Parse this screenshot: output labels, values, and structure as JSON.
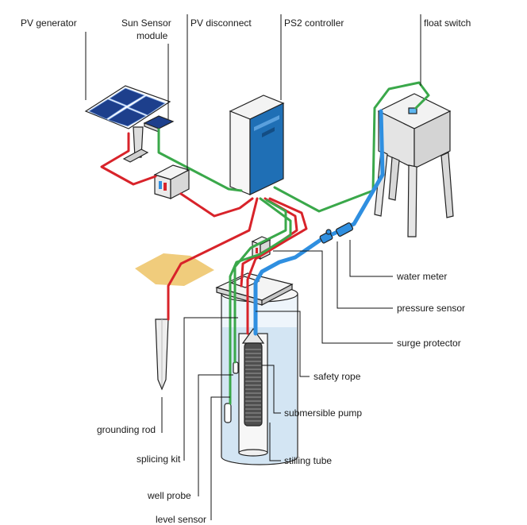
{
  "labels": {
    "pv_generator": "PV generator",
    "sun_sensor_line1": "Sun Sensor",
    "sun_sensor_line2": "module",
    "pv_disconnect": "PV disconnect",
    "ps2_controller": "PS2 controller",
    "float_switch": "float switch",
    "water_meter": "water meter",
    "pressure_sensor": "pressure sensor",
    "surge_protector": "surge protector",
    "safety_rope": "safety rope",
    "submersible_pump": "submersible pump",
    "stilling_tube": "stilling tube",
    "grounding_rod": "grounding rod",
    "splicing_kit": "splicing kit",
    "well_probe": "well probe",
    "level_sensor": "level sensor"
  },
  "colors": {
    "power_cable": "#d8232a",
    "signal_cable": "#3aa84a",
    "water_pipe": "#2f8fe0",
    "controller_door": "#1f6fb5",
    "ground_pad": "#f0cc7c",
    "solar_cell": "#1d3f8c",
    "well_water": "#cfe3f2"
  }
}
